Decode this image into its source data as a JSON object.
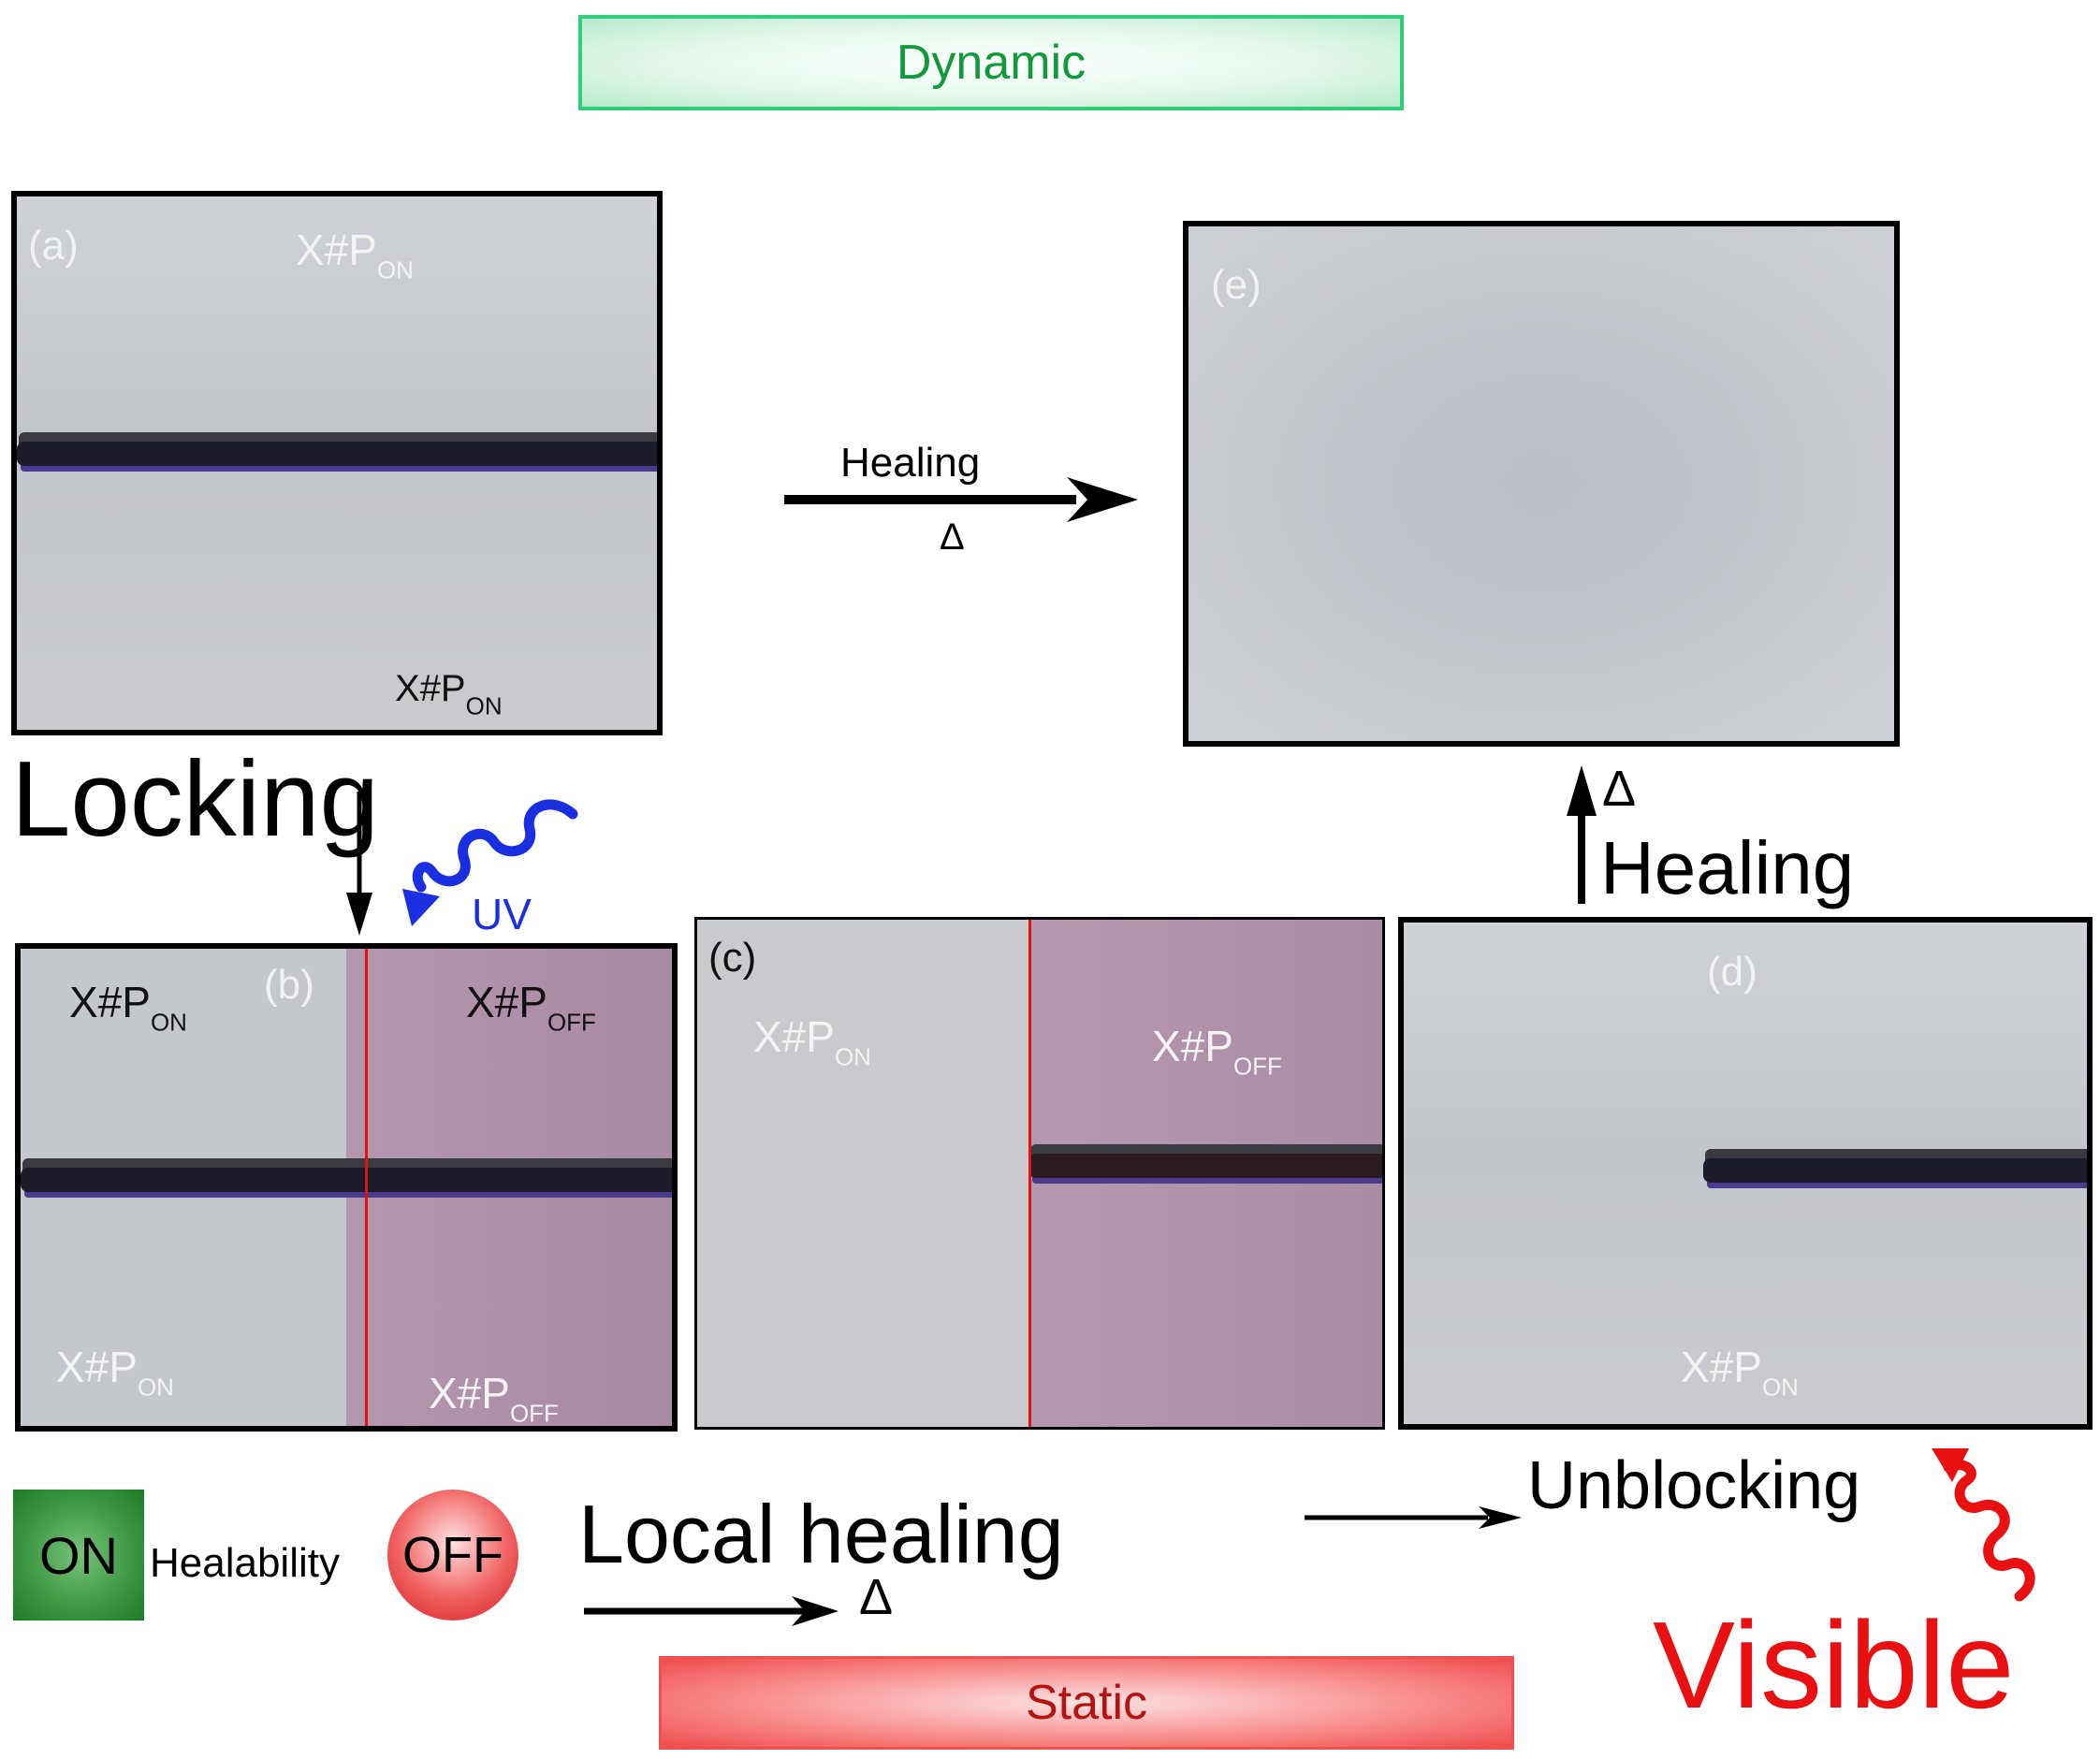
{
  "banners": {
    "dynamic": "Dynamic",
    "static": "Static"
  },
  "panels": {
    "a": {
      "label": "(a)",
      "top_text": "X#P",
      "top_sub": "ON",
      "bottom_text": "X#P",
      "bottom_sub": "ON"
    },
    "b": {
      "label": "(b)",
      "left_top": "X#P",
      "left_top_sub": "ON",
      "right_top": "X#P",
      "right_top_sub": "OFF",
      "left_bottom": "X#P",
      "left_bottom_sub": "ON",
      "right_bottom": "X#P",
      "right_bottom_sub": "OFF"
    },
    "c": {
      "label": "(c)",
      "left": "X#P",
      "left_sub": "ON",
      "right": "X#P",
      "right_sub": "OFF"
    },
    "d": {
      "label": "(d)",
      "bottom": "X#P",
      "bottom_sub": "ON"
    },
    "e": {
      "label": "(e)"
    }
  },
  "arrows": {
    "healing_top": {
      "label": "Healing",
      "symbol": "Δ"
    },
    "locking": {
      "label": "Locking"
    },
    "uv": {
      "label": "UV",
      "color": "#1a2fe0"
    },
    "healing_right": {
      "label": "Healing",
      "symbol": "Δ"
    },
    "local_healing": {
      "label": "Local healing",
      "symbol": "Δ"
    },
    "unblocking": {
      "label": "Unblocking"
    },
    "visible": {
      "label": "Visible",
      "color": "#e81010"
    }
  },
  "legend": {
    "on": "ON",
    "middle": "Healability",
    "off": "OFF",
    "on_color": "#2e8b35",
    "off_color": "#e22a2a"
  }
}
